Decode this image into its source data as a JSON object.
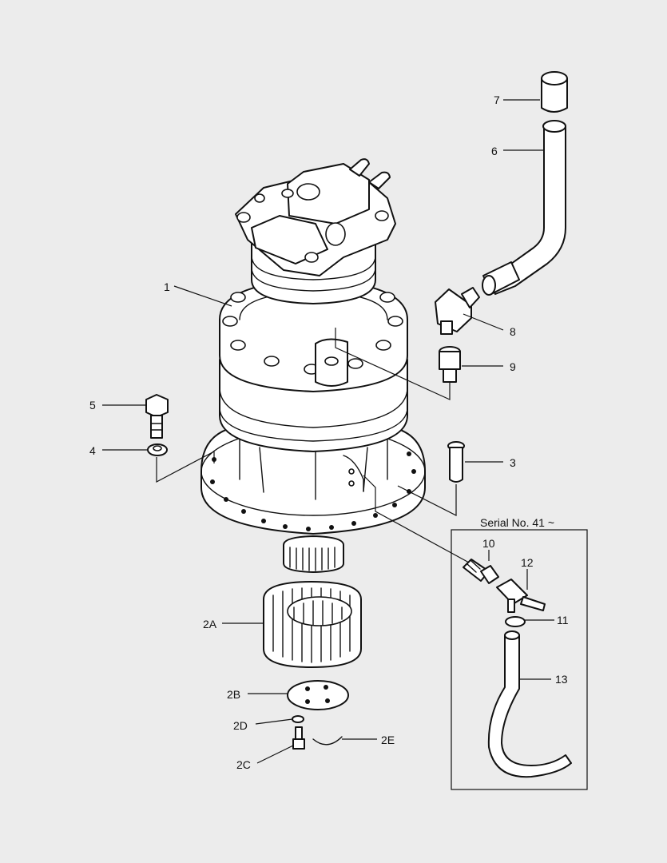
{
  "colors": {
    "background": "#ececec",
    "line": "#111111",
    "part_fill": "#ffffff"
  },
  "labels": {
    "p1": "1",
    "p2A": "2A",
    "p2B": "2B",
    "p2C": "2C",
    "p2D": "2D",
    "p2E": "2E",
    "p3": "3",
    "p4": "4",
    "p5": "5",
    "p6": "6",
    "p7": "7",
    "p8": "8",
    "p9": "9",
    "p10": "10",
    "p11": "11",
    "p12": "12",
    "p13": "13"
  },
  "inset": {
    "title": "Serial No. 41 ~"
  }
}
